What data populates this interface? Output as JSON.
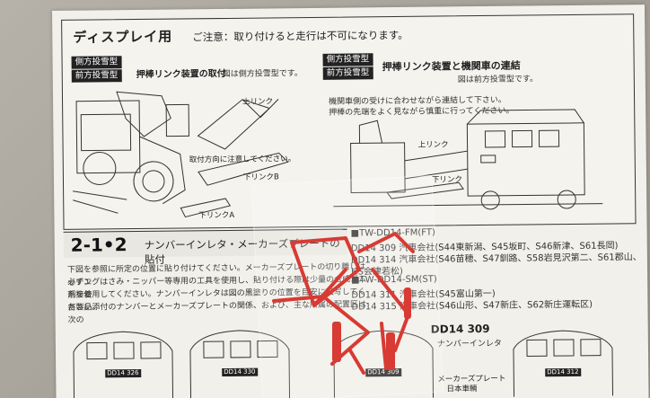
{
  "sheet": {
    "title": "ディスプレイ用",
    "notice": "ご注意：取り付けると走行は不可になります。",
    "left_panel": {
      "tag1": "側方投雪型",
      "tag2": "前方投雪型",
      "heading": "押棒リンク装置の取付",
      "note": "図は側方投雪型です。",
      "label_upper": "上リンク",
      "label_direction": "取付方向に注意してください。",
      "label_lower_b": "下リンクB",
      "label_lower_a": "下リンクA"
    },
    "right_panel": {
      "tag1": "側方投雪型",
      "tag2": "前方投雪型",
      "heading": "押棒リンク装置と機関車の連結",
      "note": "図は前方投雪型です。",
      "instruction1": "機関車側の受けに合わせながら連結して下さい。",
      "instruction2": "押棒の先端をよく見ながら慎重に行ってください。",
      "label_upper": "上リンク",
      "label_lower": "下リンク"
    },
    "section": {
      "number": "2-1•2",
      "title": "ナンバーインレタ・メーカーズプレートの貼付"
    },
    "paragraph": [
      "下図を参照に所定の位置に貼り付けてください。メーカーズプレートの切り離しは必ずエ",
      "ッチングはさみ・ニッパー等専用の工具を使用し、貼り付ける際は少量の合成ゴム系接着",
      "剤を使用してください。ナンバーインレタは図の黒塗りの位置を目安に転写してください。",
      "各製品添付のナンバーとメーカーズプレートの関係、および、主な所属の配置区は次の"
    ],
    "models": [
      "■TW-DD14-FM(FT)",
      "DD14 309 汽車会社(S44東新潟、S45坂町、S46新津、S61長岡)",
      "DD14 314 汽車会社(S46苗穂、S47釧路、S58岩見沢第二、S61郡山、",
      "HS会津若松)",
      "■TW-DD14-SM(ST)",
      "DD14 311 汽車会社(S45富山第一)",
      "DD14 315 汽車会社(S46山形、S47新庄、S62新庄運転区)"
    ],
    "bottom": {
      "plate1": "DD14 326",
      "plate2": "DD14 330",
      "plate3": "DD14 309",
      "plate4": "DD14 312",
      "big_number": "DD14 309",
      "inlet_label": "ナンバーインレタ",
      "makers_label": "メーカーズプレート",
      "makers_sub": "日本車輌"
    }
  },
  "colors": {
    "part_red": "#d83a34",
    "ink": "#222222",
    "paper": "#f1f0ea"
  }
}
